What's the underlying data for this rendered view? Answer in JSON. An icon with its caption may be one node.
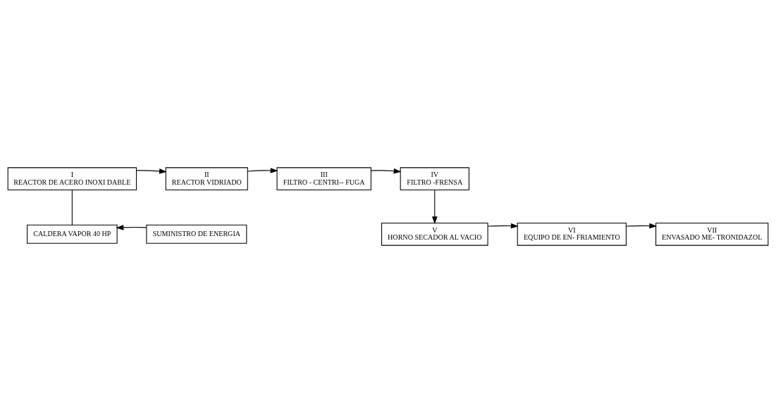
{
  "diagram": {
    "nodes": [
      {
        "text": [
          "I",
          "REACTOR DE ACERO INOXI DABLE"
        ]
      },
      {
        "text": [
          "II",
          "REACTOR VIDRIADO"
        ]
      },
      {
        "text": [
          "III",
          "FILTRO - CENTRI-- FUGA"
        ]
      },
      {
        "text": [
          "IV",
          "FILTRO -FRENSA"
        ]
      },
      {
        "text": [
          "CALDERA VAPOR 40 HP"
        ]
      },
      {
        "text": [
          "SUMINISTRO DE ENERGIA"
        ]
      },
      {
        "text": [
          "V",
          "HORNO SECADOR AL VACIO"
        ]
      },
      {
        "text": [
          "VI",
          "EQUIPO DE EN- FRIAMIENTO"
        ]
      },
      {
        "text": [
          "VII",
          "ENVASADO ME- TRONIDAZOL"
        ]
      }
    ],
    "edges": [
      {
        "from": 0,
        "to": 1,
        "arrow": "to"
      },
      {
        "from": 1,
        "to": 2,
        "arrow": "to"
      },
      {
        "from": 2,
        "to": 3,
        "arrow": "to"
      },
      {
        "from": 3,
        "to": 6,
        "arrow": "to"
      },
      {
        "from": 6,
        "to": 7,
        "arrow": "to"
      },
      {
        "from": 7,
        "to": 8,
        "arrow": "to"
      },
      {
        "from": 5,
        "to": 4,
        "arrow": "to"
      },
      {
        "from": 0,
        "to": 4,
        "arrow": "none"
      }
    ]
  }
}
